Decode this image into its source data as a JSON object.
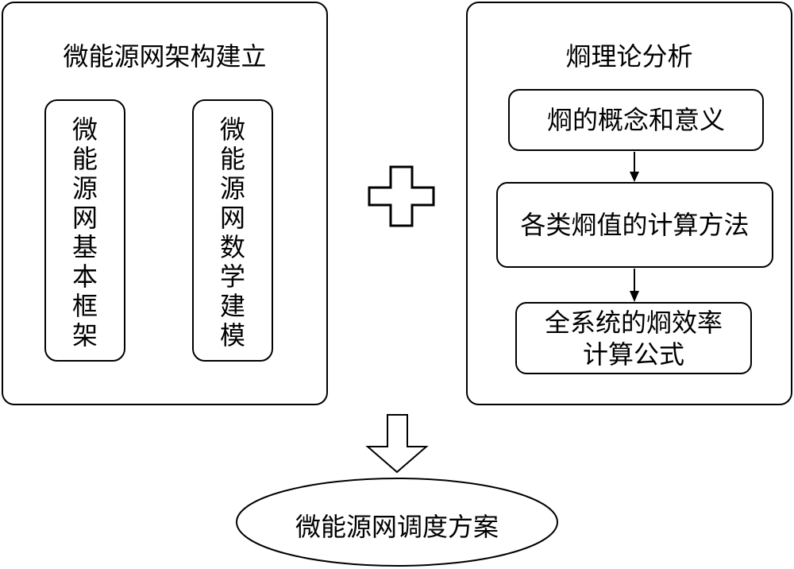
{
  "left_panel": {
    "title": "微能源网架构建立",
    "box1_chars": [
      "微",
      "能",
      "源",
      "网",
      "基",
      "本",
      "框",
      "架"
    ],
    "box2_chars": [
      "微",
      "能",
      "源",
      "网",
      "数",
      "学",
      "建",
      "模"
    ]
  },
  "right_panel": {
    "title": "烱理论分析",
    "step1": "烱的概念和意义",
    "step2": "各类烱值的计算方法",
    "step3_line1": "全系统的烱效率",
    "step3_line2": "计算公式"
  },
  "result": {
    "label": "微能源网调度方案"
  }
}
